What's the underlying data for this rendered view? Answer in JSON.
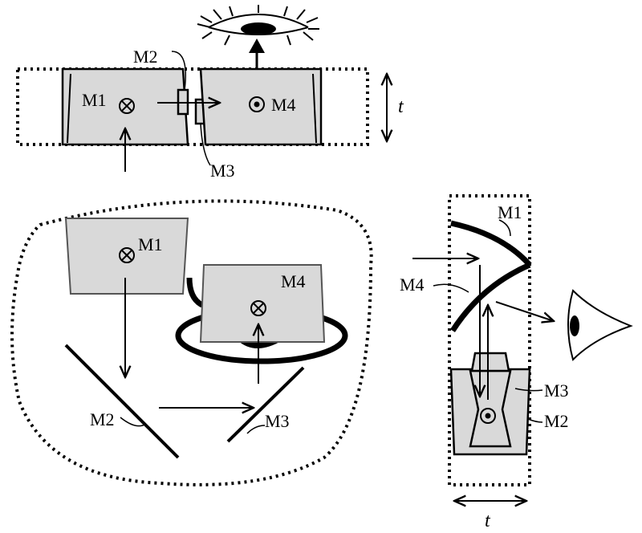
{
  "top_view": {
    "m1": "M1",
    "m2": "M2",
    "m3": "M3",
    "m4": "M4",
    "thickness": "t"
  },
  "left_view": {
    "m1": "M1",
    "m2": "M2",
    "m3": "M3",
    "m4": "M4"
  },
  "right_view": {
    "m1": "M1",
    "m2": "M2",
    "m3": "M3",
    "m4": "M4",
    "thickness": "t"
  },
  "icons": [
    "eye-icon",
    "cross-circle-icon",
    "dot-circle-icon",
    "arrow-icon"
  ]
}
